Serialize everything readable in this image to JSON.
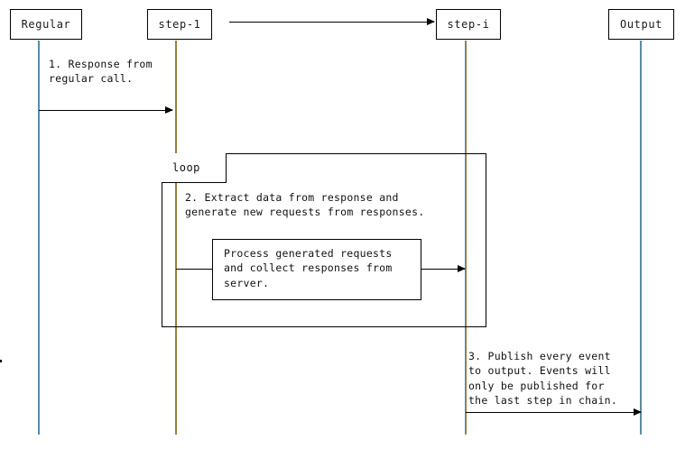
{
  "diagram": {
    "type": "sequence-diagram",
    "background_color": "#ffffff",
    "line_color": "#000000",
    "lifeline_colors": [
      "#4a90c4",
      "#9a7b3a"
    ]
  },
  "participants": [
    {
      "id": "regular",
      "label": "Regular"
    },
    {
      "id": "step-1",
      "label": "step-1"
    },
    {
      "id": "step-i",
      "label": "step-i"
    },
    {
      "id": "output",
      "label": "Output"
    }
  ],
  "messages": [
    {
      "id": "chain-arrow",
      "from": "step-1",
      "to": "step-i",
      "label": "",
      "arrow": "solid-filled"
    },
    {
      "id": "response-from-regular",
      "from": "regular",
      "to": "step-1",
      "label": "1. Response from\nregular call.",
      "arrow": "solid-filled"
    },
    {
      "id": "process-generated-requests",
      "from": "step-1",
      "to": "step-i",
      "label": "Process generated requests\nand collect responses from\nserver.",
      "arrow": "solid-filled"
    },
    {
      "id": "publish-every-event",
      "from": "step-i",
      "to": "output",
      "label": "3. Publish every event\nto output. Events will\nonly be published for\nthe last step in chain.",
      "arrow": "solid-filled"
    }
  ],
  "fragments": [
    {
      "id": "loop-fragment",
      "operator": "loop",
      "body_text": "2. Extract data from response and\ngenerate new requests from responses."
    }
  ]
}
